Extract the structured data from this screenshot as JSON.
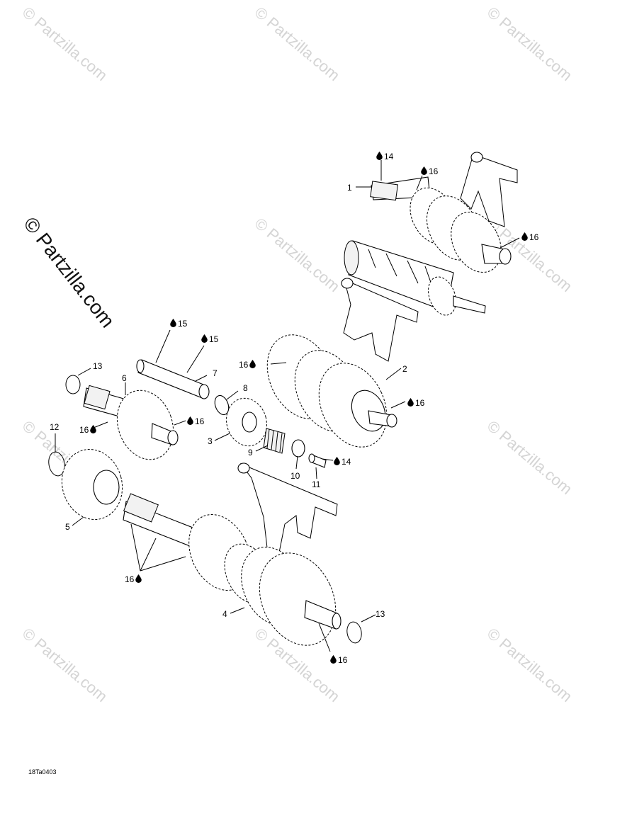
{
  "watermark": {
    "text": "Partzilla.com",
    "symbol": "©"
  },
  "brand": {
    "text": "© Partzilla.com"
  },
  "drawing_code": "18Ta0403",
  "icons": {
    "lubricant": "oil-drop-icon"
  },
  "callouts": [
    {
      "id": "c1",
      "label": "1"
    },
    {
      "id": "c2",
      "label": "2"
    },
    {
      "id": "c3",
      "label": "3"
    },
    {
      "id": "c4",
      "label": "4"
    },
    {
      "id": "c5",
      "label": "5"
    },
    {
      "id": "c6",
      "label": "6"
    },
    {
      "id": "c7",
      "label": "7"
    },
    {
      "id": "c8",
      "label": "8"
    },
    {
      "id": "c9",
      "label": "9"
    },
    {
      "id": "c10",
      "label": "10"
    },
    {
      "id": "c11",
      "label": "11"
    },
    {
      "id": "c12",
      "label": "12"
    },
    {
      "id": "c13a",
      "label": "13"
    },
    {
      "id": "c13b",
      "label": "13"
    }
  ],
  "lube_callouts": [
    {
      "id": "l14a",
      "label": "14"
    },
    {
      "id": "l16a",
      "label": "16"
    },
    {
      "id": "l16b",
      "label": "16"
    },
    {
      "id": "l15a",
      "label": "15"
    },
    {
      "id": "l15b",
      "label": "15"
    },
    {
      "id": "l16c",
      "label": "16"
    },
    {
      "id": "l16d",
      "label": "16"
    },
    {
      "id": "l16e",
      "label": "16"
    },
    {
      "id": "l16f",
      "label": "16"
    },
    {
      "id": "l14b",
      "label": "14"
    },
    {
      "id": "l16g",
      "label": "16"
    },
    {
      "id": "l16h",
      "label": "16"
    }
  ]
}
